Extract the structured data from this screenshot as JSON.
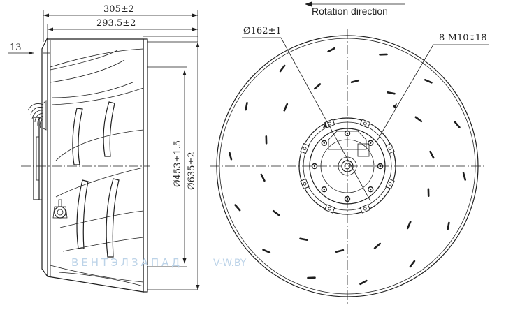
{
  "dimensions": {
    "overall_width": "305±2",
    "body_width": "293.5±2",
    "flange_offset": "13",
    "inlet_diameter": "Ø453±1.5",
    "outer_diameter": "Ø635±2",
    "hub_diameter": "Ø162±1",
    "bolt_pattern": "8-M10",
    "bolt_depth": "18"
  },
  "annotations": {
    "rotation_label": "Rotation direction"
  },
  "watermark": {
    "brand": "ВЕНТЭЛЗАПАД",
    "site": "V-W.BY"
  },
  "colors": {
    "line": "#1e1e1e",
    "watermark": "#bcd3e8"
  }
}
